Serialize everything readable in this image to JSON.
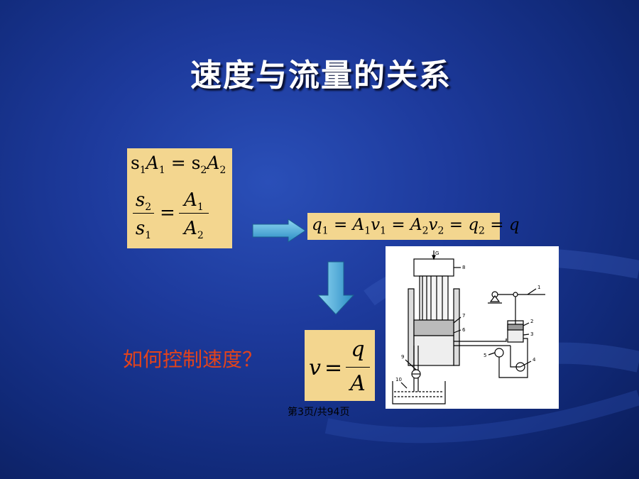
{
  "slide": {
    "title": "速度与流量的关系",
    "question": "如何控制速度？",
    "footer": "第3页/共94页"
  },
  "formulas": {
    "box1_line1": "s1A1 = s2A2",
    "box1_line2": "s2/s1 = A1/A2",
    "box2": "q1 = A1v1 = A2v2 = q2 = q",
    "box3": "v = q/A"
  },
  "diagram": {
    "labels": [
      "G",
      "8",
      "1",
      "2",
      "3",
      "7",
      "6",
      "5",
      "4",
      "9",
      "10"
    ]
  },
  "colors": {
    "background": "#1d3a9c",
    "formula_box": "#f3d68f",
    "arrow": "#3fa9d9",
    "question_text": "#e2431c"
  }
}
